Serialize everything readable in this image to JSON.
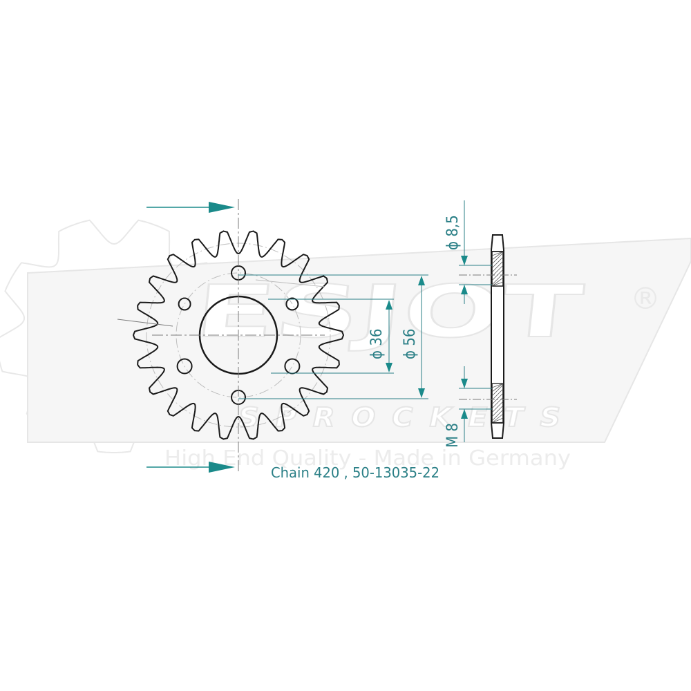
{
  "watermark": {
    "brand": "ESJOT",
    "registered": "®",
    "sub": "SPROCKETS",
    "tagline": "High End Quality - Made in Germany"
  },
  "dimensions": {
    "bore": "ϕ 36",
    "bolt_circle": "ϕ 56",
    "bolt_hole": "ϕ 8,5",
    "thread": "M 8"
  },
  "caption": "Chain 420 , 50-13035-22",
  "sprocket": {
    "teeth": 22
  },
  "colors": {
    "line": "#1a1a1a",
    "dimension": "#2a7f86",
    "arrow": "#1a8a8a",
    "watermark": "#e6e6e6"
  }
}
